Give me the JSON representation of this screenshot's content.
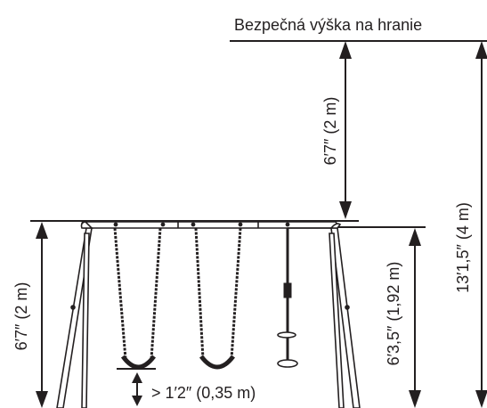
{
  "labels": {
    "safe_height": "Bezpečná výška na hranie",
    "space_above_bar": "6′7″ (2 m)",
    "frame_height": "6′7″ (2 m)",
    "bar_height": "6′3,5″ (1,92 m)",
    "total_height": "13′1,5″ (4 m)",
    "seat_clearance": "> 1′2″ (0,35 m)"
  },
  "colors": {
    "line": "#231f20",
    "frame": "#ffffff"
  }
}
